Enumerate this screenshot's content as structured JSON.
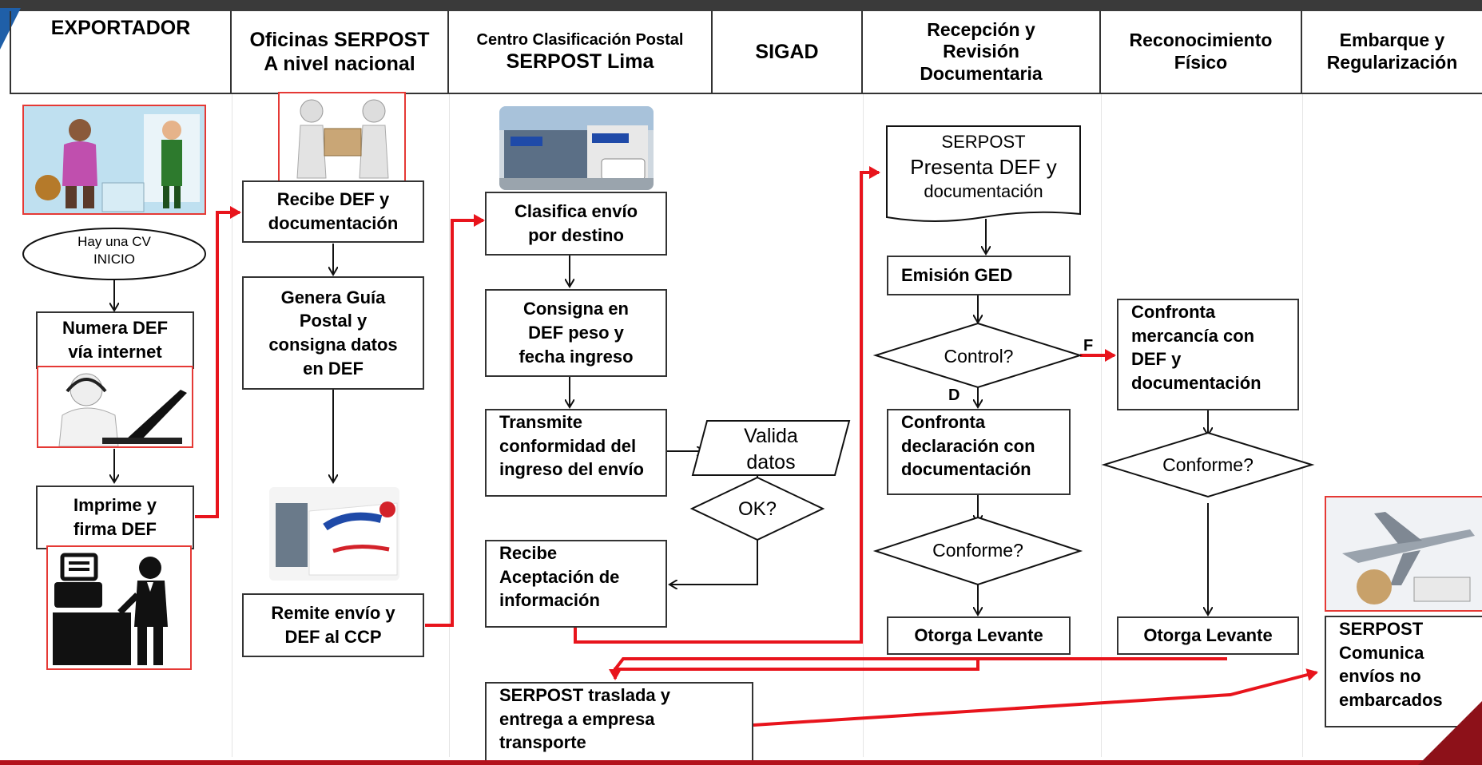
{
  "header": {
    "lanes": [
      {
        "id": "exportador",
        "lines": [
          "EXPORTADOR"
        ]
      },
      {
        "id": "oficinas",
        "lines": [
          "Oficinas SERPOST",
          "A nivel nacional"
        ]
      },
      {
        "id": "ccp",
        "lines": [
          "Centro Clasificación Postal",
          "SERPOST Lima"
        ]
      },
      {
        "id": "sigad",
        "lines": [
          "SIGAD"
        ]
      },
      {
        "id": "recepcion",
        "lines": [
          "Recepción y",
          "Revisión",
          "Documentaria"
        ]
      },
      {
        "id": "reconocimiento",
        "lines": [
          "Reconocimiento",
          "Físico"
        ]
      },
      {
        "id": "embarque",
        "lines": [
          "Embarque y",
          "Regularización"
        ]
      }
    ]
  },
  "nodes": {
    "inicio": [
      "Hay una CV",
      "INICIO"
    ],
    "numera": [
      "Numera DEF",
      "vía internet"
    ],
    "imprime": [
      "Imprime y",
      "firma DEF"
    ],
    "recibe_def": [
      "Recibe DEF y",
      "documentación"
    ],
    "genera_guia": [
      "Genera Guía",
      "Postal y",
      "consigna datos",
      "en DEF"
    ],
    "remite": [
      "Remite envío y",
      "DEF al CCP"
    ],
    "clasifica": [
      "Clasifica envío",
      "por destino"
    ],
    "consigna": [
      "Consigna en",
      "DEF peso y",
      "fecha ingreso"
    ],
    "transmite": [
      "Transmite",
      "conformidad del",
      "ingreso del envío"
    ],
    "valida": [
      "Valida",
      "datos"
    ],
    "ok": "OK?",
    "recibe_acept": [
      "Recibe",
      "Aceptación de",
      "información"
    ],
    "serpost_presenta": [
      "SERPOST",
      "Presenta DEF y",
      "documentación"
    ],
    "emision": "Emisión GED",
    "control": "Control?",
    "confronta_decl": [
      "Confronta",
      "declaración con",
      "documentación"
    ],
    "conforme1": "Conforme?",
    "otorga1": "Otorga Levante",
    "confronta_merc": [
      "Confronta",
      "mercancía con",
      "DEF y",
      "documentación"
    ],
    "conforme2": "Conforme?",
    "otorga2": "Otorga Levante",
    "comunica": [
      "SERPOST",
      "Comunica",
      "envíos no",
      "embarcados"
    ],
    "traslada": [
      "SERPOST traslada y",
      "entrega a empresa",
      "transporte"
    ]
  },
  "labels": {
    "flag_f": "F",
    "flag_d": "D"
  },
  "images": {
    "pic_people": "people-counter-illustration",
    "pic_handshake": "package-handover-illustration",
    "pic_building": "serpost-building-photo",
    "pic_headset": "headset-operator-illustration",
    "pic_serpost": "serpost-van-photo",
    "pic_printer": "printer-user-pictogram",
    "pic_plane": "airplane-cargo-photo"
  },
  "colors": {
    "arrow_red": "#e8141c",
    "border": "#333333",
    "highlight": "#e53935",
    "topbar": "#3a3a3a"
  }
}
